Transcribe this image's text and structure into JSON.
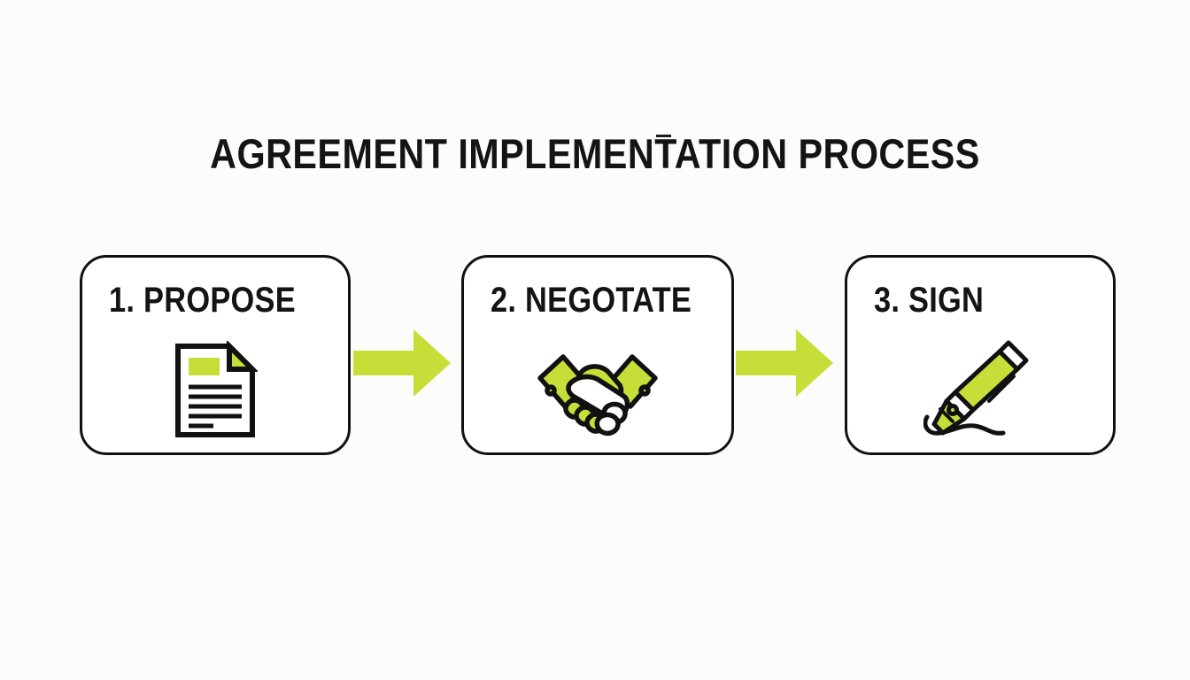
{
  "page": {
    "title": "AGREEMENT IMPLEMENTATION PROCESS",
    "background_color": "#FCFCFB",
    "accent_color": "#C8DE38",
    "ink_color": "#141414"
  },
  "diagram": {
    "type": "linear-process-flow",
    "orientation": "horizontal",
    "step_count": 3,
    "steps": [
      {
        "number": "1.",
        "name": "PROPOSE",
        "label": "1. PROPOSE",
        "icon": "document-icon",
        "icon_description": "Sheet of paper with folded corner, green highlight block and six text lines"
      },
      {
        "number": "2.",
        "name": "NEGOTATE",
        "label": "2. NEGOTATE",
        "icon": "handshake-icon",
        "icon_description": "Two hands clasped in a handshake with green sleeves"
      },
      {
        "number": "3.",
        "name": "SIGN",
        "label": "3. SIGN",
        "icon": "fountain-pen-icon",
        "icon_description": "Fountain pen with green barrel drawing a signature flourish"
      }
    ],
    "connectors": [
      {
        "name": "arrow-1",
        "from": "1. PROPOSE",
        "to": "2. NEGOTATE",
        "shape": "block-arrow-right",
        "color": "#C8DE38"
      },
      {
        "name": "arrow-2",
        "from": "2. NEGOTATE",
        "to": "3. SIGN",
        "shape": "block-arrow-right",
        "color": "#C8DE38"
      }
    ]
  }
}
